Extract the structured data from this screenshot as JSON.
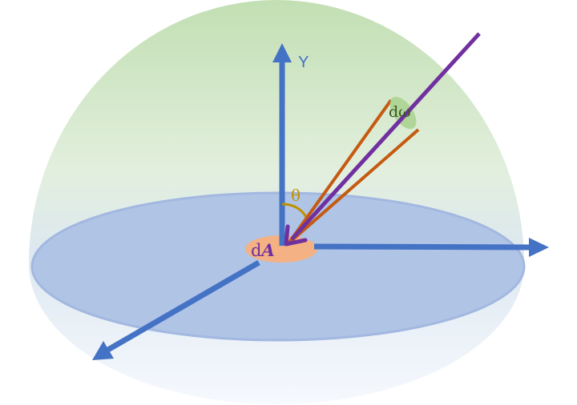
{
  "labels": {
    "y_axis": "Y",
    "solid_angle": "dω",
    "zenith_angle": "θ",
    "area_prefix": "d",
    "area_var": "A"
  },
  "colors": {
    "hemisphere_top": "#c2dfb3",
    "hemisphere_mid": "#e2efdd",
    "hemisphere_bottom": "#f6f9fe",
    "disc": "#b0c4e6",
    "disc_edge": "#a3b8e0",
    "axis": "#4472c4",
    "ray": "#7030a0",
    "cone": "#c55a11",
    "cone_cap": "#a9d18e",
    "area_patch": "#f4b183",
    "angle_arc": "#bf9000",
    "area_label": "#7030a0",
    "solid_angle_label": "#375623"
  }
}
